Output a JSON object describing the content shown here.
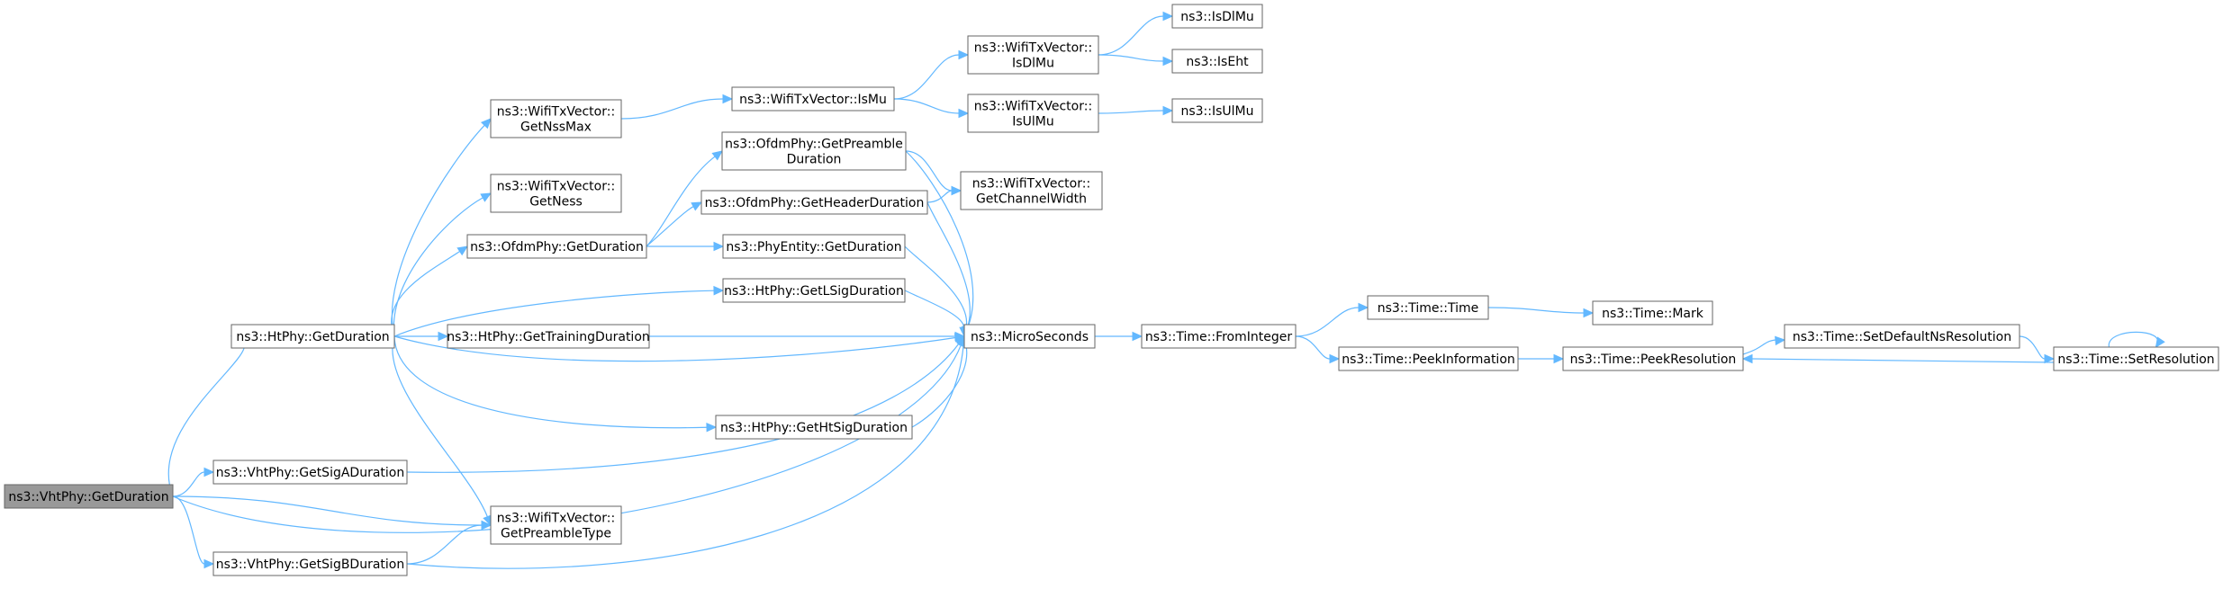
{
  "nodes": [
    {
      "id": "vht-getduration",
      "lines": [
        "ns3::VhtPhy::GetDuration"
      ],
      "root": true
    },
    {
      "id": "ht-getduration",
      "lines": [
        "ns3::HtPhy::GetDuration"
      ]
    },
    {
      "id": "vht-getsigaduration",
      "lines": [
        "ns3::VhtPhy::GetSigADuration"
      ]
    },
    {
      "id": "vht-getsigbduration",
      "lines": [
        "ns3::VhtPhy::GetSigBDuration"
      ]
    },
    {
      "id": "txv-getpreambletype",
      "lines": [
        "ns3::WifiTxVector::",
        "GetPreambleType"
      ]
    },
    {
      "id": "txv-getnssmax",
      "lines": [
        "ns3::WifiTxVector::",
        "GetNssMax"
      ]
    },
    {
      "id": "txv-getness",
      "lines": [
        "ns3::WifiTxVector::",
        "GetNess"
      ]
    },
    {
      "id": "ofdm-getduration",
      "lines": [
        "ns3::OfdmPhy::GetDuration"
      ]
    },
    {
      "id": "ht-getlsigduration",
      "lines": [
        "ns3::HtPhy::GetLSigDuration"
      ]
    },
    {
      "id": "ht-gettrainingduration",
      "lines": [
        "ns3::HtPhy::GetTrainingDuration"
      ]
    },
    {
      "id": "ht-gethtsigduration",
      "lines": [
        "ns3::HtPhy::GetHtSigDuration"
      ]
    },
    {
      "id": "txv-ismu",
      "lines": [
        "ns3::WifiTxVector::IsMu"
      ]
    },
    {
      "id": "ofdm-getpreambleduration",
      "lines": [
        "ns3::OfdmPhy::GetPreamble",
        "Duration"
      ]
    },
    {
      "id": "ofdm-getheaderduration",
      "lines": [
        "ns3::OfdmPhy::GetHeaderDuration"
      ]
    },
    {
      "id": "phyentity-getduration",
      "lines": [
        "ns3::PhyEntity::GetDuration"
      ]
    },
    {
      "id": "microseconds",
      "lines": [
        "ns3::MicroSeconds"
      ]
    },
    {
      "id": "txv-isdlmu",
      "lines": [
        "ns3::WifiTxVector::",
        "IsDlMu"
      ]
    },
    {
      "id": "txv-isulmu",
      "lines": [
        "ns3::WifiTxVector::",
        "IsUlMu"
      ]
    },
    {
      "id": "txv-getchannelwidth",
      "lines": [
        "ns3::WifiTxVector::",
        "GetChannelWidth"
      ]
    },
    {
      "id": "isdlmu",
      "lines": [
        "ns3::IsDlMu"
      ]
    },
    {
      "id": "iseht",
      "lines": [
        "ns3::IsEht"
      ]
    },
    {
      "id": "isulmu",
      "lines": [
        "ns3::IsUlMu"
      ]
    },
    {
      "id": "time-frominteger",
      "lines": [
        "ns3::Time::FromInteger"
      ]
    },
    {
      "id": "time-time",
      "lines": [
        "ns3::Time::Time"
      ]
    },
    {
      "id": "time-peekinformation",
      "lines": [
        "ns3::Time::PeekInformation"
      ]
    },
    {
      "id": "time-mark",
      "lines": [
        "ns3::Time::Mark"
      ]
    },
    {
      "id": "time-peekresolution",
      "lines": [
        "ns3::Time::PeekResolution"
      ]
    },
    {
      "id": "time-setdefaultnsresolution",
      "lines": [
        "ns3::Time::SetDefaultNsResolution"
      ]
    },
    {
      "id": "time-setresolution",
      "lines": [
        "ns3::Time::SetResolution"
      ]
    }
  ],
  "edges": [
    [
      "vht-getduration",
      "ht-getduration"
    ],
    [
      "vht-getduration",
      "vht-getsigaduration"
    ],
    [
      "vht-getduration",
      "txv-getpreambletype"
    ],
    [
      "vht-getduration",
      "vht-getsigbduration"
    ],
    [
      "vht-getduration",
      "microseconds"
    ],
    [
      "ht-getduration",
      "txv-getnssmax"
    ],
    [
      "ht-getduration",
      "txv-getness"
    ],
    [
      "ht-getduration",
      "ofdm-getduration"
    ],
    [
      "ht-getduration",
      "ht-getlsigduration"
    ],
    [
      "ht-getduration",
      "ht-gettrainingduration"
    ],
    [
      "ht-getduration",
      "microseconds"
    ],
    [
      "ht-getduration",
      "ht-gethtsigduration"
    ],
    [
      "ht-getduration",
      "txv-getpreambletype"
    ],
    [
      "vht-getsigaduration",
      "microseconds"
    ],
    [
      "vht-getsigbduration",
      "txv-getpreambletype"
    ],
    [
      "vht-getsigbduration",
      "microseconds"
    ],
    [
      "txv-getnssmax",
      "txv-ismu"
    ],
    [
      "txv-ismu",
      "txv-isdlmu"
    ],
    [
      "txv-ismu",
      "txv-isulmu"
    ],
    [
      "txv-isdlmu",
      "isdlmu"
    ],
    [
      "txv-isdlmu",
      "iseht"
    ],
    [
      "txv-isulmu",
      "isulmu"
    ],
    [
      "ofdm-getduration",
      "ofdm-getpreambleduration"
    ],
    [
      "ofdm-getduration",
      "ofdm-getheaderduration"
    ],
    [
      "ofdm-getduration",
      "phyentity-getduration"
    ],
    [
      "ofdm-getpreambleduration",
      "txv-getchannelwidth"
    ],
    [
      "ofdm-getpreambleduration",
      "microseconds"
    ],
    [
      "ofdm-getheaderduration",
      "txv-getchannelwidth"
    ],
    [
      "ofdm-getheaderduration",
      "microseconds"
    ],
    [
      "phyentity-getduration",
      "microseconds"
    ],
    [
      "ht-getlsigduration",
      "microseconds"
    ],
    [
      "ht-gettrainingduration",
      "microseconds"
    ],
    [
      "ht-gethtsigduration",
      "microseconds"
    ],
    [
      "microseconds",
      "time-frominteger"
    ],
    [
      "time-frominteger",
      "time-time"
    ],
    [
      "time-frominteger",
      "time-peekinformation"
    ],
    [
      "time-time",
      "time-mark"
    ],
    [
      "time-peekinformation",
      "time-peekresolution"
    ],
    [
      "time-peekresolution",
      "time-setdefaultnsresolution"
    ],
    [
      "time-setdefaultnsresolution",
      "time-setresolution"
    ],
    [
      "time-setresolution",
      "time-peekresolution"
    ],
    [
      "time-setresolution",
      "time-setresolution"
    ]
  ],
  "colors": {
    "edge": "#63b8ff",
    "node_border": "#666666",
    "node_fill": "#ffffff",
    "root_fill": "#999999"
  }
}
